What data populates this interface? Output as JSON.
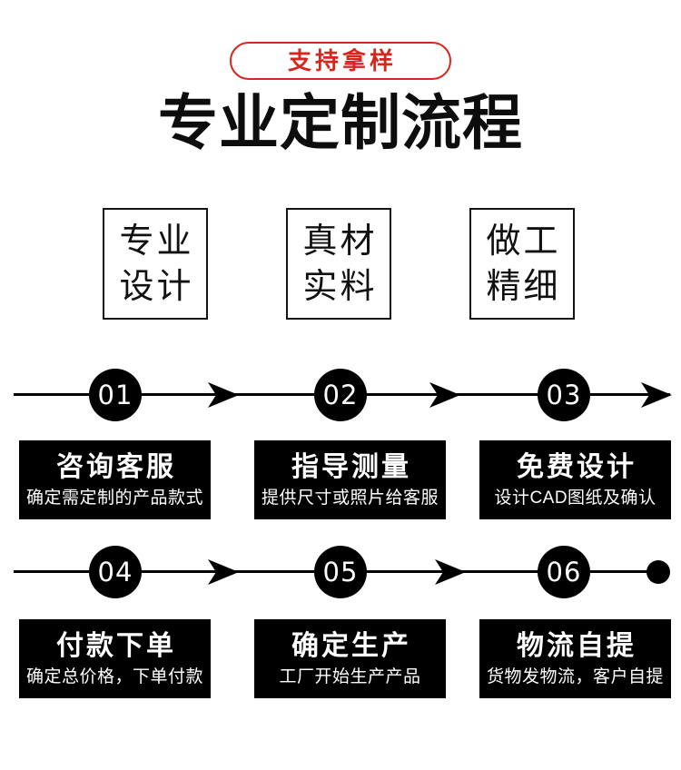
{
  "badge": {
    "label": "支持拿样"
  },
  "title": "专业定制流程",
  "features": [
    {
      "line1": "专业",
      "line2": "设计"
    },
    {
      "line1": "真材",
      "line2": "实料"
    },
    {
      "line1": "做工",
      "line2": "精细"
    }
  ],
  "steps": [
    {
      "number": "01",
      "title": "咨询客服",
      "desc": "确定需定制的产品款式"
    },
    {
      "number": "02",
      "title": "指导测量",
      "desc": "提供尺寸或照片给客服"
    },
    {
      "number": "03",
      "title": "免费设计",
      "desc": "设计CAD图纸及确认"
    },
    {
      "number": "04",
      "title": "付款下单",
      "desc": "确定总价格，下单付款"
    },
    {
      "number": "05",
      "title": "确定生产",
      "desc": "工厂开始生产产品"
    },
    {
      "number": "06",
      "title": "物流自提",
      "desc": "货物发物流，客户自提"
    }
  ],
  "colors": {
    "accent_red": "#d7261d",
    "step_bg": "#000000",
    "text": "#111111"
  }
}
